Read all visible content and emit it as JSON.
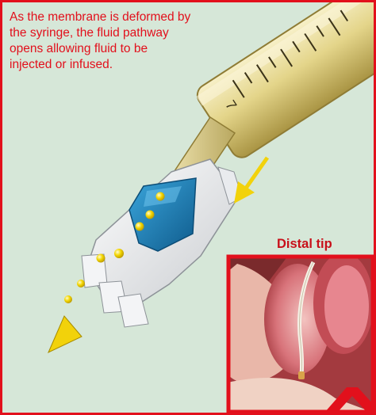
{
  "caption": "As the membrane is deformed by the syringe, the fluid pathway opens allowing fluid to be injected or infused.",
  "inset": {
    "title": "Distal tip"
  },
  "colors": {
    "border": "#e2101c",
    "background": "#d6e7d8",
    "syringe": "#e7d990",
    "membrane": "#1a78ad",
    "fluid_drops": "#f0d000",
    "flow_arrow": "#f2d20b",
    "tissue": "#b8454a",
    "warning_x": "#e2101c"
  },
  "syringe_marking": "7"
}
